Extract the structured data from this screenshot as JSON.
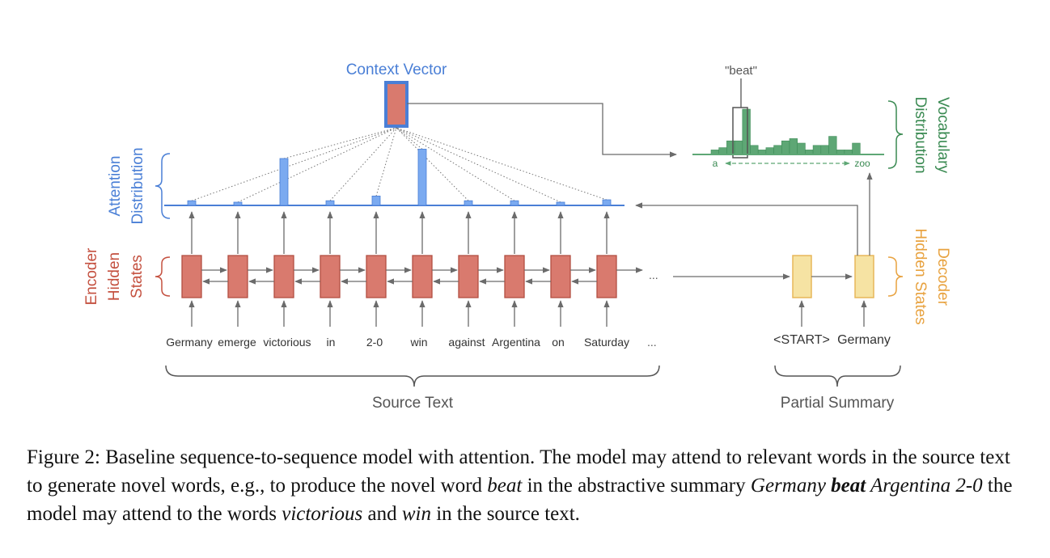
{
  "labels": {
    "context_vector": "Context Vector",
    "attention_distribution": [
      "Attention",
      "Distribution"
    ],
    "encoder_hidden_states": [
      "Encoder",
      "Hidden",
      "States"
    ],
    "vocabulary_distribution": [
      "Vocabulary",
      "Distribution"
    ],
    "decoder_hidden_states": [
      "Decoder",
      "Hidden States"
    ],
    "beat_label": "\"beat\"",
    "vocab_start": "a",
    "vocab_end": "zoo",
    "source_text": "Source Text",
    "partial_summary": "Partial Summary",
    "ellipsis": "..."
  },
  "source_words": [
    "Germany",
    "emerge",
    "victorious",
    "in",
    "2-0",
    "win",
    "against",
    "Argentina",
    "on",
    "Saturday"
  ],
  "summary_words": [
    "<START>",
    "Germany"
  ],
  "attention_weights": [
    0.1,
    0.05,
    1.0,
    0.1,
    0.2,
    1.2,
    0.1,
    0.1,
    0.05,
    0.12
  ],
  "vocab_distribution": [
    0.1,
    0.15,
    0.3,
    0.3,
    1.0,
    0.2,
    0.1,
    0.15,
    0.2,
    0.3,
    0.35,
    0.25,
    0.1,
    0.2,
    0.2,
    0.4,
    0.1,
    0.1,
    0.25
  ],
  "colors": {
    "encoder": "#d97a6e",
    "encoder_border": "#b24f42",
    "attention": "#7baaf0",
    "attention_border": "#4a7fd6",
    "vocab": "#5ea775",
    "vocab_text": "#3a8a52",
    "decoder": "#f6e3a3",
    "decoder_border": "#e7b75a",
    "decoder_text": "#e8a23f",
    "encoder_text": "#c4503f",
    "attention_text": "#4a7fd6",
    "arrow": "#6b6b6b"
  },
  "caption": {
    "prefix": "Figure 2: Baseline sequence-to-sequence model with attention. The model may attend to relevant words in the source text to generate novel words, e.g., to produce the novel word ",
    "word_beat": "beat",
    "middle": " in the abstractive summary ",
    "germany": "Germany ",
    "beat_bold": "beat",
    "argentina": " Argentina 2-0",
    "middle2": " the model may attend to the words ",
    "victorious": "victorious",
    "and": " and ",
    "win": "win",
    "suffix": " in the source text."
  }
}
